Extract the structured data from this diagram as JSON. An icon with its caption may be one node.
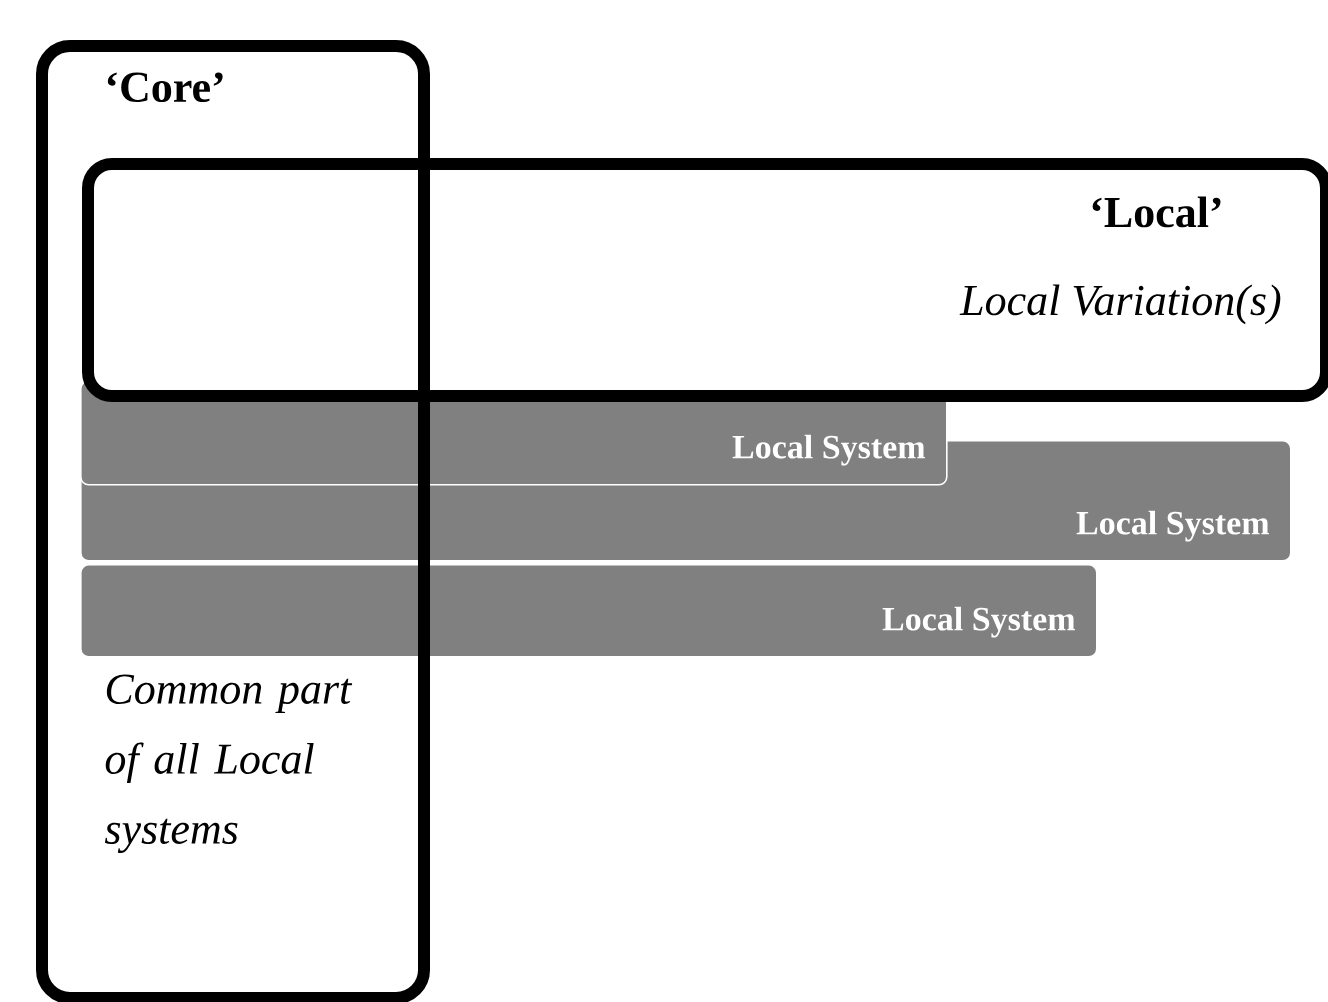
{
  "diagram": {
    "nodes": [
      {
        "text": [
          "‘Core’",
          "Common part of all Local systems"
        ]
      },
      {
        "text": [
          "‘Local’",
          "Local Variation(s)"
        ]
      },
      {
        "text": [
          "Local System"
        ]
      },
      {
        "text": [
          "Local System"
        ]
      },
      {
        "text": [
          "Local System"
        ]
      }
    ]
  }
}
